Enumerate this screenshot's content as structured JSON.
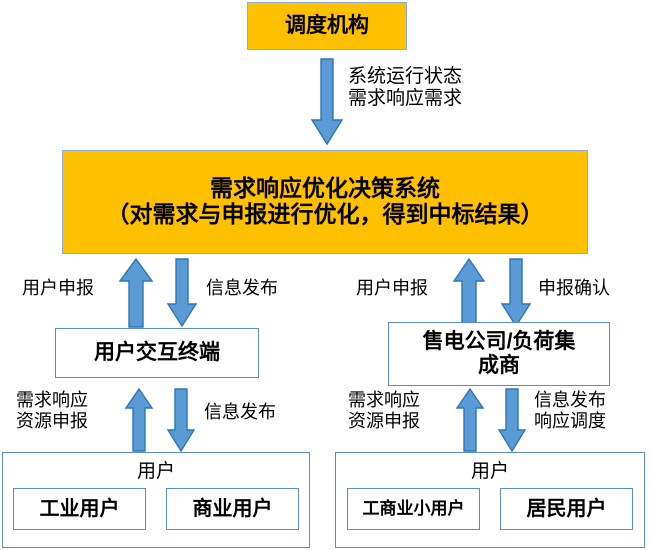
{
  "diagram": {
    "title_box": {
      "label": "调度机构"
    },
    "main_box": {
      "line1": "需求响应优化决策系统",
      "line2": "（对需求与申报进行优化，得到中标结果）"
    },
    "left_branch": {
      "terminal_box": {
        "label": "用户交互终端"
      },
      "up_label": "用户申报",
      "down_label": "信息发布",
      "lower_up_label": "需求响应\n资源申报",
      "lower_down_label": "信息发布",
      "users_group": {
        "title": "用户",
        "items": [
          {
            "label": "工业用户"
          },
          {
            "label": "商业用户"
          }
        ]
      }
    },
    "right_branch": {
      "terminal_box": {
        "line1": "售电公司/负荷集",
        "line2": "成商"
      },
      "up_label": "用户申报",
      "down_label": "申报确认",
      "lower_up_label": "需求响应\n资源申报",
      "lower_down_label": "信息发布\n响应调度",
      "users_group": {
        "title": "用户",
        "items": [
          {
            "label": "工商业小用户"
          },
          {
            "label": "居民用户"
          }
        ]
      }
    },
    "top_arrow": {
      "label": "系统运行状态\n需求响应需求"
    },
    "colors": {
      "amber_fill": "#FFC000",
      "amber_border": "#8FAADC",
      "box_border": "#5B8EC4",
      "arrow_fill": "#5B9BD5",
      "arrow_stroke": "#2E75B6",
      "text": "#000000",
      "background": "#FFFFFF"
    }
  }
}
